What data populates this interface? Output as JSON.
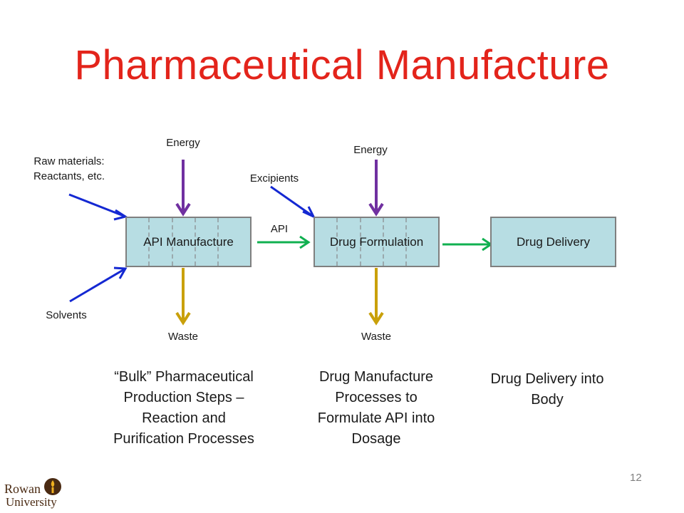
{
  "slide": {
    "title": "Pharmaceutical Manufacture",
    "page_number": "12"
  },
  "diagram": {
    "inputs": {
      "raw_materials": "Raw materials: Reactants, etc.",
      "solvents": "Solvents",
      "energy_1": "Energy",
      "energy_2": "Energy",
      "excipients": "Excipients",
      "api": "API"
    },
    "outputs": {
      "waste_1": "Waste",
      "waste_2": "Waste"
    },
    "boxes": {
      "api_manufacture": "API Manufacture",
      "drug_formulation": "Drug Formulation",
      "drug_delivery": "Drug Delivery"
    },
    "descriptions": {
      "bulk": "“Bulk” Pharmaceutical Production Steps – Reaction and Purification Processes",
      "drug_manufacture": "Drug Manufacture Processes to Formulate API into Dosage",
      "delivery": "Drug Delivery into Body"
    },
    "colors": {
      "title": "#e3241b",
      "box_fill": "#b7dde3",
      "blue_arrow": "#1428d2",
      "purple_arrow": "#7030a0",
      "gold_arrow": "#c9a00a",
      "green_arrow": "#10b050"
    }
  },
  "logo": {
    "line1": "Rowan",
    "line2": "University"
  }
}
